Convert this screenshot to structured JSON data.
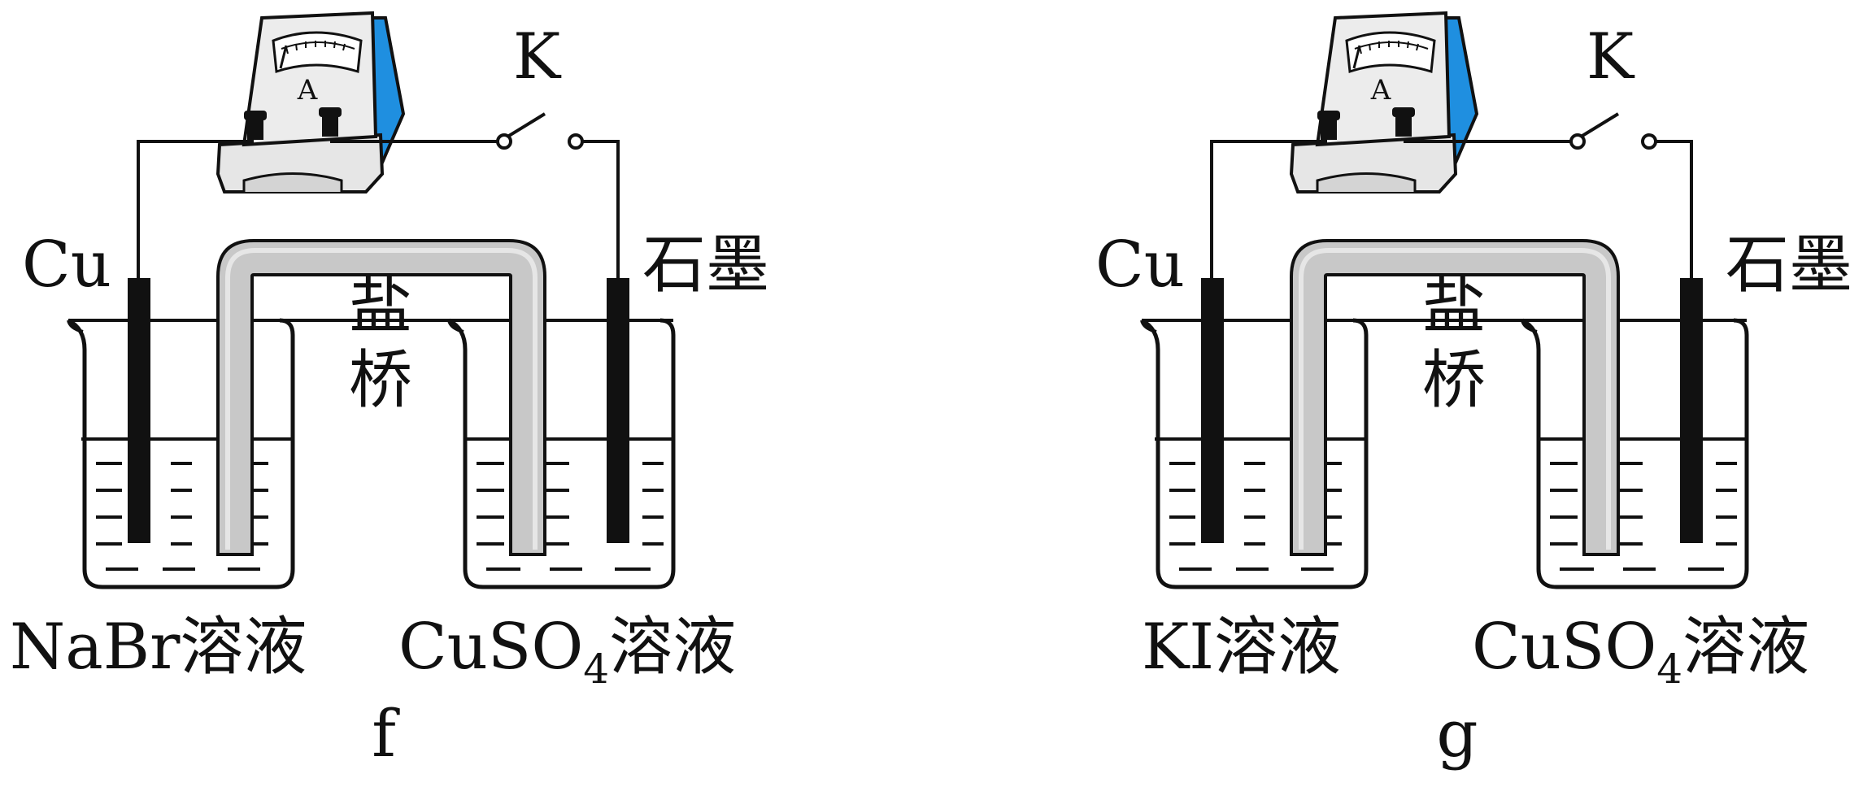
{
  "diagrams": [
    {
      "id": "f",
      "meter_letter": "A",
      "switch_label": "K",
      "left_electrode": "Cu",
      "right_electrode": "石墨",
      "salt_bridge": [
        "盐",
        "桥"
      ],
      "left_solution": "NaBr溶液",
      "right_solution_main": "CuSO",
      "right_solution_sub": "4",
      "right_solution_tail": "溶液",
      "caption": "f"
    },
    {
      "id": "g",
      "meter_letter": "A",
      "switch_label": "K",
      "left_electrode": "Cu",
      "right_electrode": "石墨",
      "salt_bridge": [
        "盐",
        "桥"
      ],
      "left_solution": "KI溶液",
      "right_solution_main": "CuSO",
      "right_solution_sub": "4",
      "right_solution_tail": "溶液",
      "caption": "g"
    }
  ],
  "colors": {
    "meter_body": "#ececec",
    "meter_side": "#1f8fe0",
    "bridge_fill": "#c8c8c8",
    "line": "#111111"
  }
}
